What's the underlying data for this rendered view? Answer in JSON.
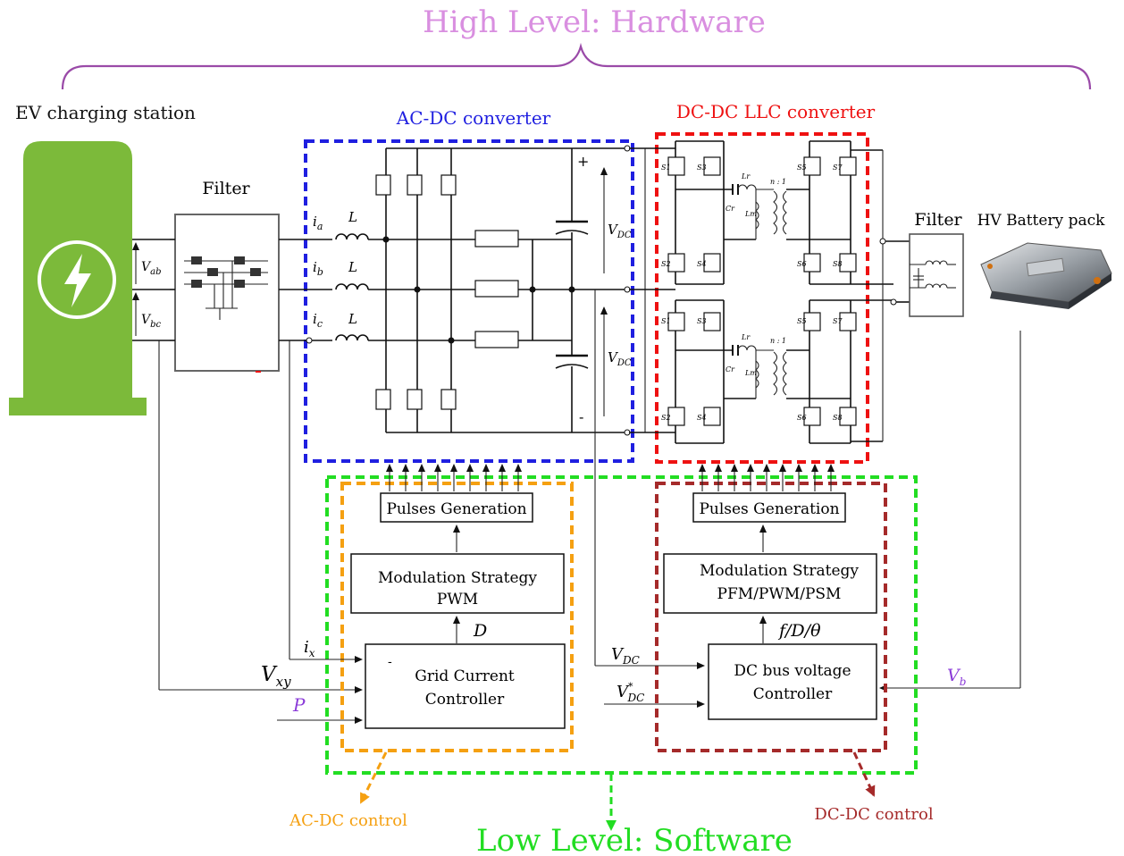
{
  "header": {
    "high_level": "High Level: Hardware",
    "low_level": "Low Level: Software"
  },
  "hardware": {
    "station_label": "EV charging station",
    "filter_in_label": "Filter",
    "acdc_label": "AC-DC converter",
    "dcdc_label": "DC-DC LLC converter",
    "filter_out_label": "Filter",
    "battery_label": "HV Battery pack",
    "v_ab": "Vab",
    "v_bc": "Vbc",
    "i_a": "ia",
    "i_b": "ib",
    "i_c": "ic",
    "inductor": "L",
    "v_dc_top": "VDC",
    "v_dc_bot": "VDC",
    "plus": "+",
    "minus": "-",
    "llc_lr": "Lr",
    "llc_cr": "Cr",
    "llc_lm": "Lm",
    "llc_ratio": "n : 1",
    "llc_switches": [
      "S1",
      "S3",
      "S2",
      "S4",
      "S5",
      "S7",
      "S6",
      "S8"
    ]
  },
  "software": {
    "ac": {
      "pulses": "Pulses Generation",
      "modulation_line1": "Modulation Strategy",
      "modulation_line2": "PWM",
      "d_label": "D",
      "controller_line1": "Grid Current",
      "controller_line2": "Controller",
      "input_ix": "ix",
      "input_vxy": "Vxy",
      "input_p": "P",
      "dash": "-",
      "zone_label": "AC-DC control"
    },
    "dc": {
      "pulses": "Pulses Generation",
      "modulation_line1": "Modulation Strategy",
      "modulation_line2": "PFM/PWM/PSM",
      "f_label": "f/D/θ",
      "controller_line1": "DC bus voltage",
      "controller_line2": "Controller",
      "input_vdc": "VDC",
      "input_vdc_ref": "V*DC",
      "input_vb": "Vb",
      "zone_label": "DC-DC control"
    }
  },
  "colors": {
    "high_level": "#d98fe0",
    "brace": "#9a4aa8",
    "acdc": "#1f1fe0",
    "dcdc": "#ee1111",
    "low_level": "#22dd22",
    "ac_control": "#f5a011",
    "dc_control": "#a52a2a",
    "station": "#7cba3a",
    "purple_text": "#8a3ad8"
  }
}
